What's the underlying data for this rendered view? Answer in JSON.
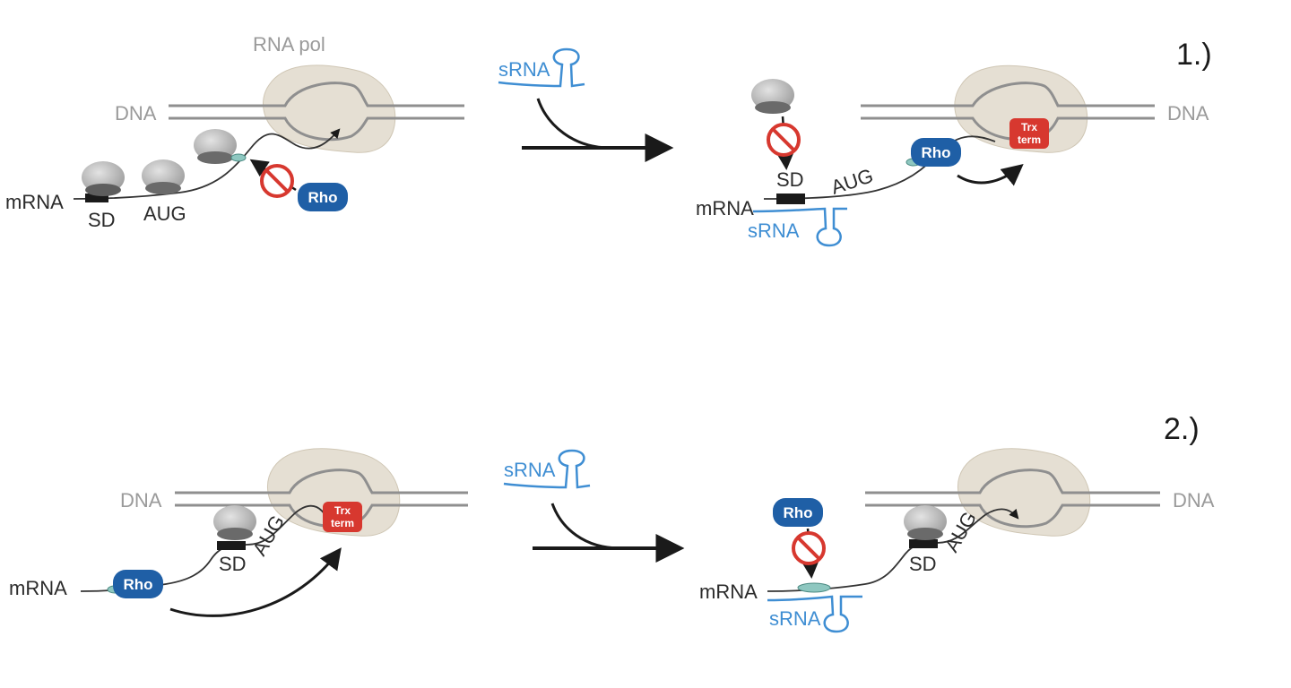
{
  "panels": {
    "p1": {
      "number": "1.)"
    },
    "p2": {
      "number": "2.)"
    }
  },
  "labels": {
    "rna_pol": "RNA pol",
    "dna": "DNA",
    "mrna": "mRNA",
    "sd": "SD",
    "aug": "AUG",
    "srna": "sRNA",
    "rho": "Rho",
    "trx_line1": "Trx",
    "trx_line2": "term"
  },
  "colors": {
    "dna_strand": "#8f8f8f",
    "polymerase": "#e5dfd3",
    "ribosome": "#b8b8b8",
    "rho": "#1f5fa6",
    "terminator": "#d7382f",
    "srna": "#3f8ed3",
    "inhibit": "#d7382f",
    "rut_site": "#8ec7c0"
  },
  "icons": {
    "inhibit": "no-entry-icon",
    "arrow": "reaction-arrow-icon"
  }
}
